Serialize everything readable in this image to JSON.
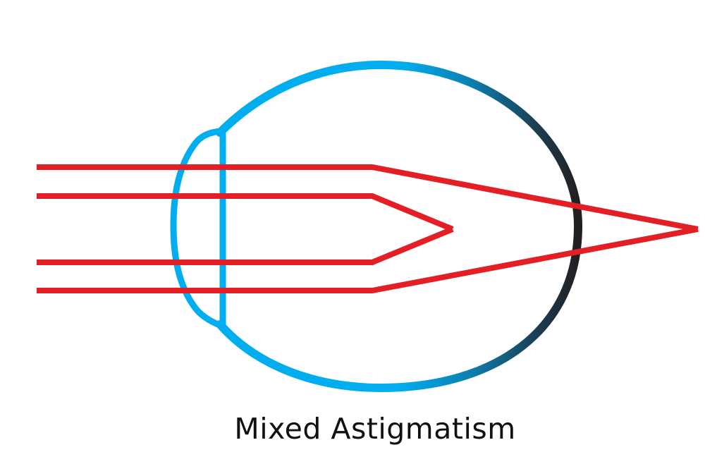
{
  "caption": "Mixed Astigmatism",
  "colors": {
    "eye_front": "#00aeef",
    "eye_back": "#231f20",
    "light_rays": "#e31e24",
    "background": "#ffffff",
    "caption_text": "#111111"
  },
  "diagram": {
    "eye_outline_icon": "eyeball-cross-section",
    "cornea_icon": "cornea",
    "lens_icon": "crystalline-lens-line",
    "ray_count": 4,
    "focal_points": [
      "in front of retina",
      "behind retina"
    ]
  }
}
